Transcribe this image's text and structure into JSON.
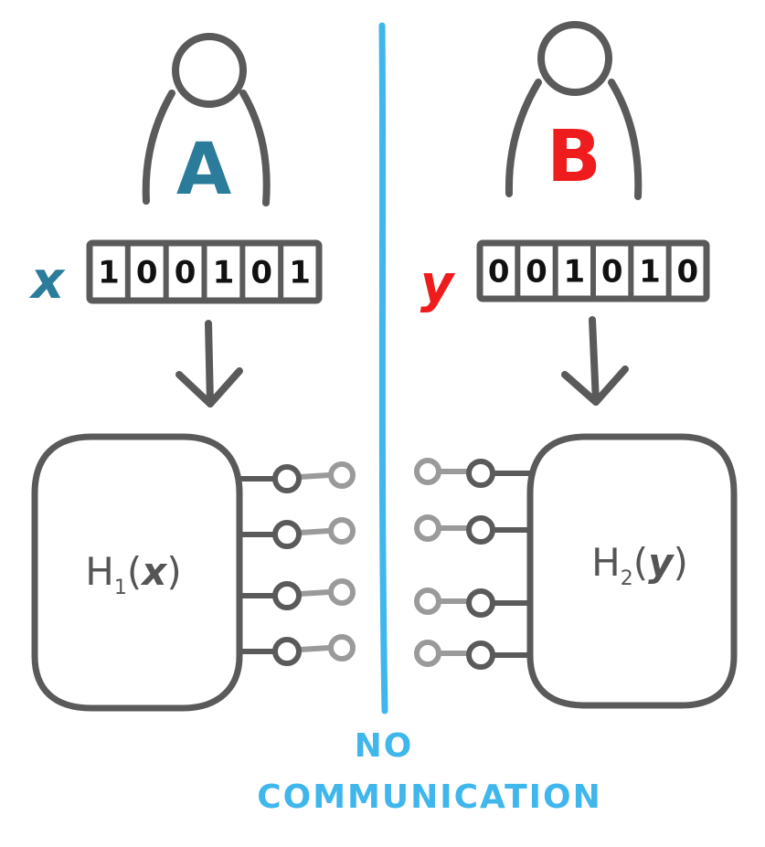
{
  "colors": {
    "ink": "#5a5a5a",
    "light_ink": "#9a9a9a",
    "divider": "#3fb6ec",
    "party_a": "#2b7c9b",
    "party_b": "#ee1c1c"
  },
  "party_a": {
    "label": "A",
    "input_var": "x",
    "bits": [
      "1",
      "0",
      "0",
      "1",
      "0",
      "1"
    ],
    "function": {
      "name": "H",
      "subscript": "1",
      "open": "(",
      "arg": "x",
      "close": ")"
    }
  },
  "party_b": {
    "label": "B",
    "input_var": "y",
    "bits": [
      "0",
      "0",
      "1",
      "0",
      "1",
      "0"
    ],
    "function": {
      "name": "H",
      "subscript": "2",
      "open": "(",
      "arg": "y",
      "close": ")"
    }
  },
  "caption": {
    "line1": "NO",
    "line2": "COMMUNICATION"
  }
}
